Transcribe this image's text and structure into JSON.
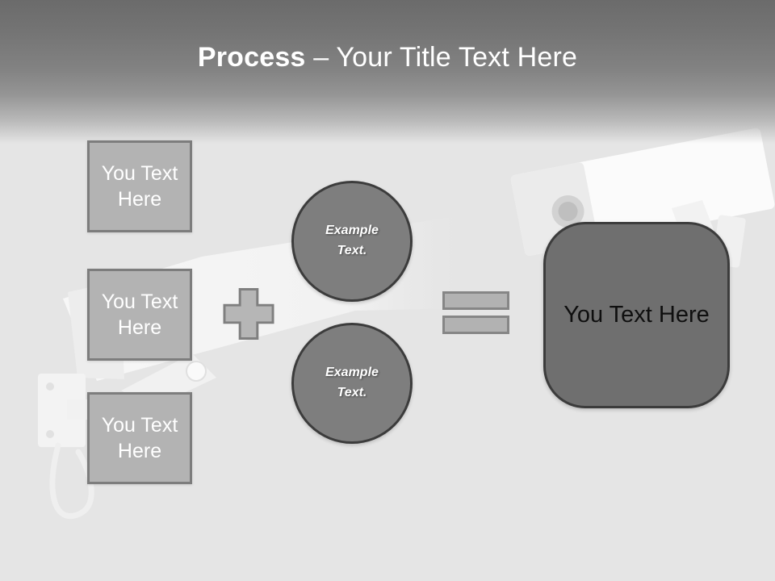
{
  "title": {
    "keyword": "Process",
    "rest": "– Your Title Text Here"
  },
  "steps": [
    {
      "label": "You Text\nHere"
    },
    {
      "label": "You Text\nHere"
    },
    {
      "label": "You Text\nHere"
    }
  ],
  "examples": [
    {
      "label": "Example\nText."
    },
    {
      "label": "Example\nText."
    }
  ],
  "result": {
    "label": "You Text Here"
  },
  "icons": {
    "plus": "plus-icon",
    "equals": "equals-icon",
    "background": "cctv-security-camera-photo"
  },
  "colors": {
    "header_gradient_top": "#6b6b6b",
    "wall_background": "#e5e5e5",
    "step_box_fill": "#b3b3b3",
    "step_box_border": "#7d7d7d",
    "circle_fill": "#7e7e7e",
    "circle_border": "#3c3c3c",
    "result_fill": "#6f6f6f",
    "result_border": "#3c3c3c",
    "operator_fill": "#b6b6b6",
    "operator_border": "#7f7f7f",
    "title_text": "#ffffff",
    "step_text": "#ffffff",
    "circle_text": "#ffffff",
    "result_text": "#0f0f0f"
  }
}
